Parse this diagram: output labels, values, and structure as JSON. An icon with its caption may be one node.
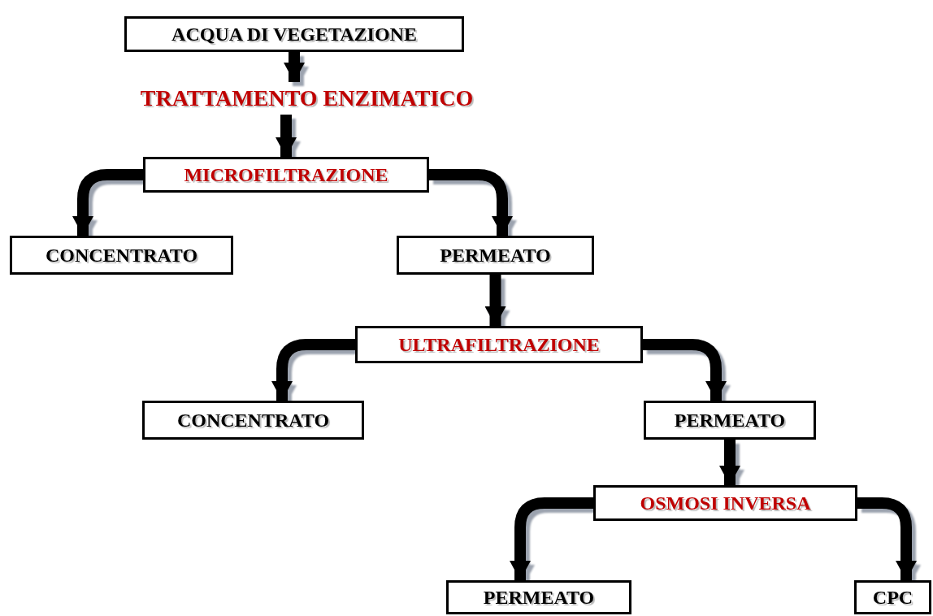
{
  "diagram": {
    "nodes": [
      {
        "text": [
          "ACQUA DI VEGETAZIONE"
        ]
      },
      {
        "text": [
          "TRATTAMENTO ENZIMATICO"
        ]
      },
      {
        "text": [
          "MICROFILTRAZIONE"
        ]
      },
      {
        "text": [
          "CONCENTRATO"
        ]
      },
      {
        "text": [
          "PERMEATO"
        ]
      },
      {
        "text": [
          "ULTRAFILTRAZIONE"
        ]
      },
      {
        "text": [
          "CONCENTRATO"
        ]
      },
      {
        "text": [
          "PERMEATO"
        ]
      },
      {
        "text": [
          "OSMOSI INVERSA"
        ]
      },
      {
        "text": [
          "PERMEATO"
        ]
      },
      {
        "text": [
          "CPC"
        ]
      }
    ],
    "edges": [
      {
        "from": 0,
        "to": 1,
        "arrow": "to"
      },
      {
        "from": 1,
        "to": 2,
        "arrow": "to"
      },
      {
        "from": 2,
        "to": 3,
        "arrow": "to"
      },
      {
        "from": 2,
        "to": 4,
        "arrow": "to"
      },
      {
        "from": 4,
        "to": 5,
        "arrow": "to"
      },
      {
        "from": 5,
        "to": 6,
        "arrow": "to"
      },
      {
        "from": 5,
        "to": 7,
        "arrow": "to"
      },
      {
        "from": 7,
        "to": 8,
        "arrow": "to"
      },
      {
        "from": 8,
        "to": 9,
        "arrow": "to"
      },
      {
        "from": 8,
        "to": 10,
        "arrow": "to"
      }
    ]
  }
}
